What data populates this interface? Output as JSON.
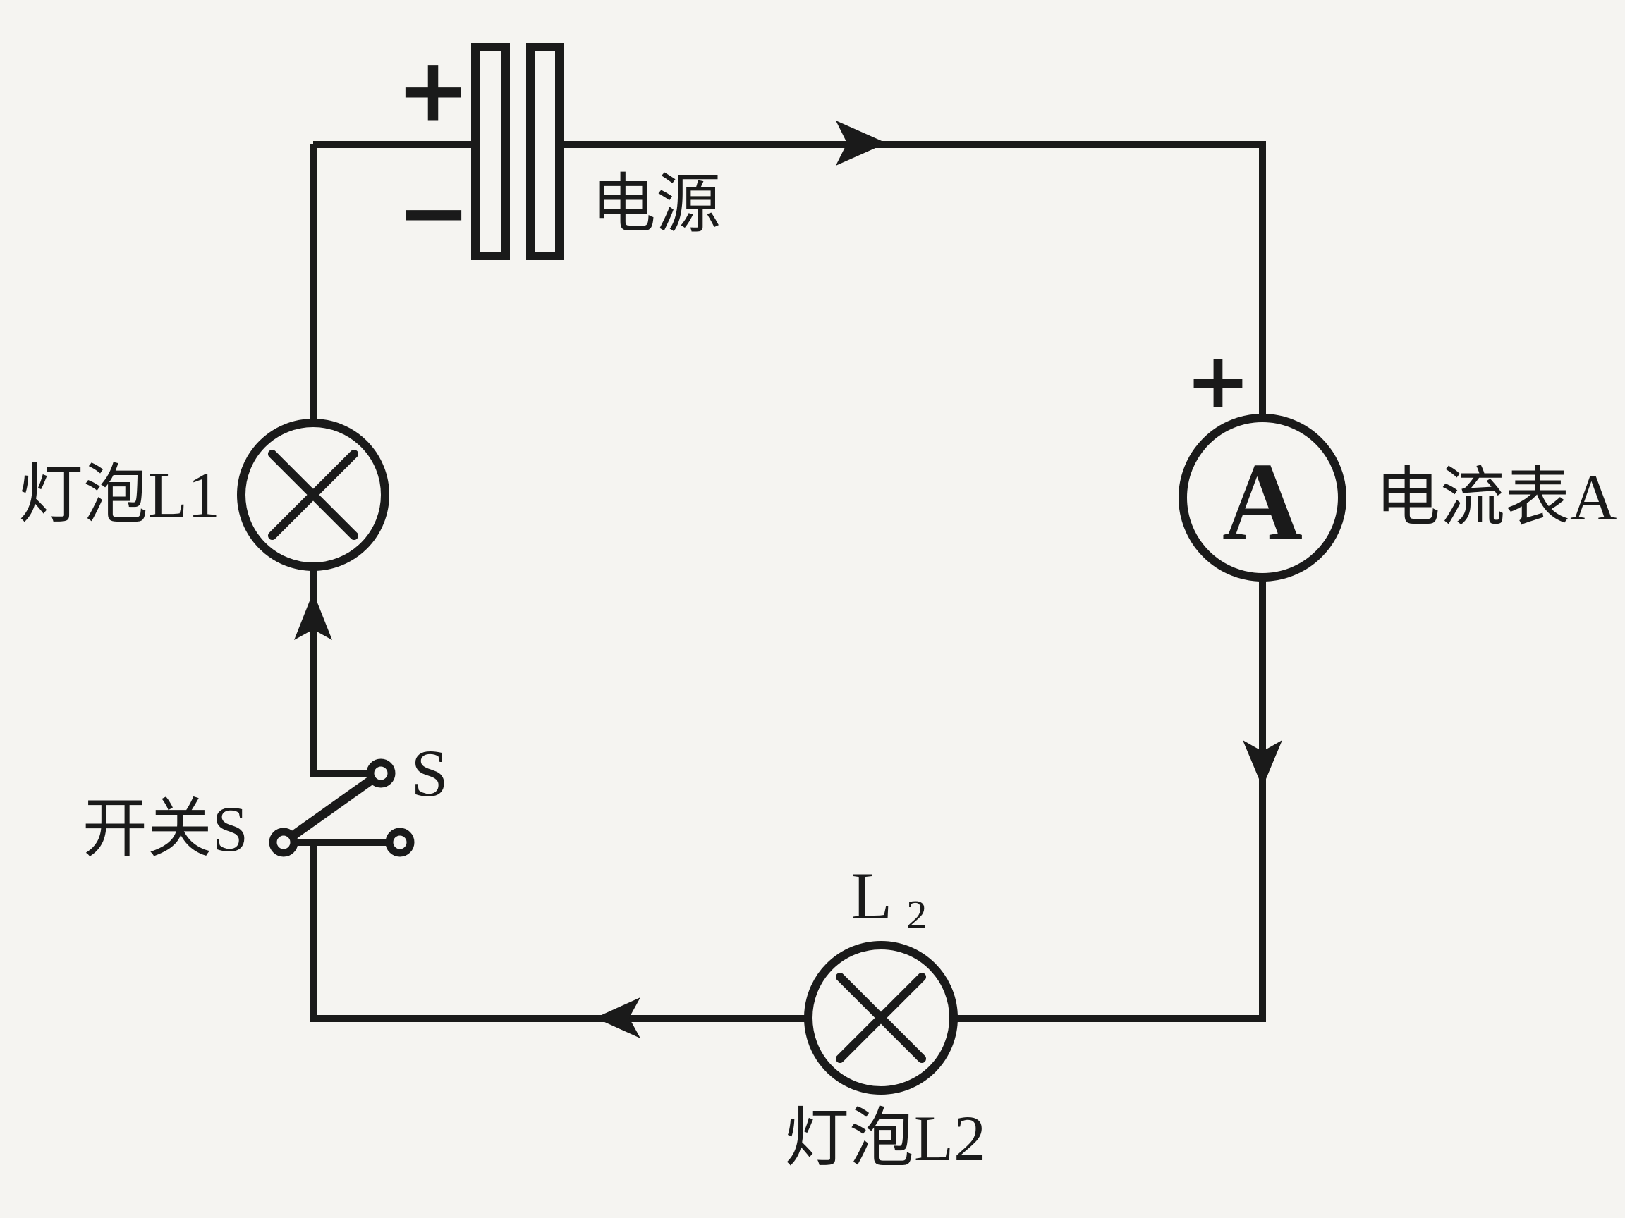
{
  "colors": {
    "ink": "#1a1a1a",
    "paper": "#f5f4f1"
  },
  "battery": {
    "positive": "+",
    "negative": "−",
    "label": "电源"
  },
  "ammeter": {
    "positive": "+",
    "symbol": "A",
    "label": "电流表A"
  },
  "lamp1": {
    "label": "灯泡L1"
  },
  "lamp2": {
    "tag": "L",
    "tag_subscript": "2",
    "label": "灯泡L2"
  },
  "switch": {
    "tag": "S",
    "label": "开关S"
  }
}
